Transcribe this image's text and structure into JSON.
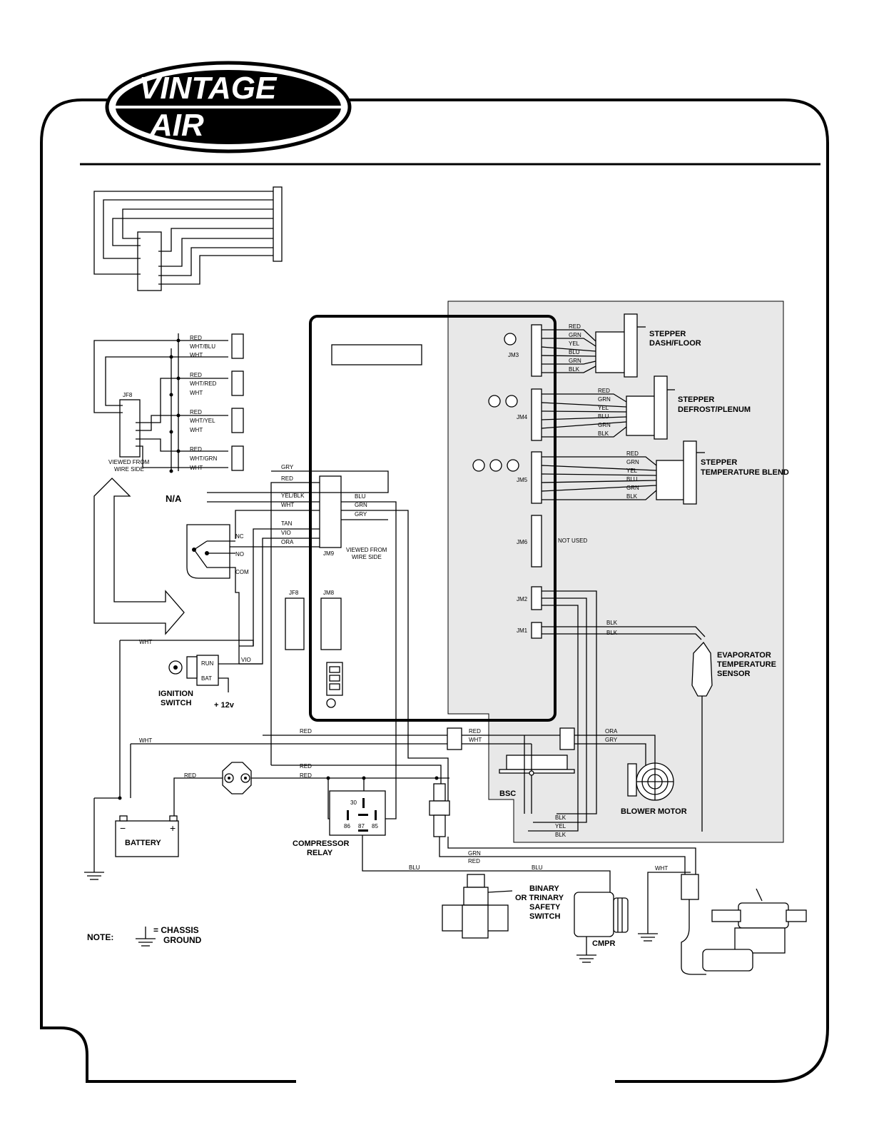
{
  "logo": {
    "text": "VINTAGE AIR"
  },
  "harness": {
    "jf8_label": "JF8",
    "viewed_from_1": "VIEWED FROM",
    "viewed_from_2": "WIRE SIDE",
    "groups": [
      {
        "c1": "RED",
        "c2": "WHT/BLU",
        "c3": "WHT"
      },
      {
        "c1": "RED",
        "c2": "WHT/RED",
        "c3": "WHT"
      },
      {
        "c1": "RED",
        "c2": "WHT/YEL",
        "c3": "WHT"
      },
      {
        "c1": "RED",
        "c2": "WHT/GRN",
        "c3": "WHT"
      }
    ]
  },
  "jm9": {
    "label": "JM9",
    "na": "N/A",
    "left_wires": [
      "GRY",
      "RED",
      "YEL/BLK",
      "WHT",
      "TAN",
      "VIO",
      "ORA"
    ],
    "right_wires": [
      "BLU",
      "GRN",
      "GRY"
    ],
    "viewed_from_1": "VIEWED FROM",
    "viewed_from_2": "WIRE SIDE"
  },
  "switch": {
    "nc": "NC",
    "no": "NO",
    "com": "COM"
  },
  "ignition": {
    "run": "RUN",
    "bat": "BAT",
    "vio": "VIO",
    "label_1": "IGNITION",
    "label_2": "SWITCH",
    "plus12": "+ 12v"
  },
  "board": {
    "jf8": "JF8",
    "jm8": "JM8"
  },
  "panel": {
    "jm3": "JM3",
    "jm4": "JM4",
    "jm5": "JM5",
    "jm6": "JM6",
    "jm2": "JM2",
    "jm1": "JM1",
    "not_used": "NOT USED",
    "stepper_wires": [
      "RED",
      "GRN",
      "YEL",
      "BLU",
      "GRN",
      "BLK"
    ],
    "stepper1_1": "STEPPER",
    "stepper1_2": "DASH/FLOOR",
    "stepper2_1": "STEPPER",
    "stepper2_2": "DEFROST/PLENUM",
    "stepper3_1": "STEPPER",
    "stepper3_2": "TEMPERATURE BLEND",
    "blk": "BLK",
    "evap_1": "EVAPORATOR",
    "evap_2": "TEMPERATURE",
    "evap_3": "SENSOR"
  },
  "lower": {
    "wht": "WHT",
    "red": "RED",
    "ora": "ORA",
    "gry": "GRY",
    "grn": "GRN",
    "blu": "BLU",
    "blk": "BLK",
    "yel": "YEL",
    "bsc": "BSC",
    "blower": "BLOWER MOTOR",
    "battery": "BATTERY",
    "minus": "−",
    "plus": "+",
    "relay_1": "COMPRESSOR",
    "relay_2": "RELAY",
    "r30": "30",
    "r86": "86",
    "r87": "87",
    "r85": "85",
    "binary_1": "BINARY",
    "binary_2": "OR TRINARY",
    "binary_3": "SAFETY",
    "binary_4": "SWITCH",
    "cmpr": "CMPR"
  },
  "note": {
    "label": "NOTE:",
    "eq": "= CHASSIS",
    "ground": "GROUND"
  }
}
